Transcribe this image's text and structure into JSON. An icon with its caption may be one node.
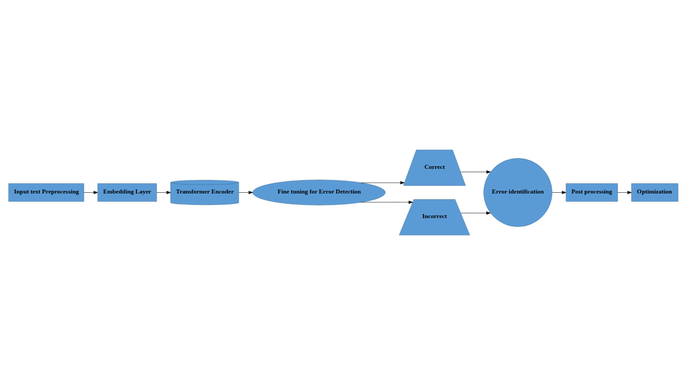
{
  "diagram": {
    "nodes": [
      {
        "text": [
          "Input text Preprocessing"
        ]
      },
      {
        "text": [
          "Embedding Layer"
        ]
      },
      {
        "text": [
          "Transformer Encoder"
        ]
      },
      {
        "text": [
          "Fine tuning for Error Detection"
        ]
      },
      {
        "text": [
          "Correct"
        ]
      },
      {
        "text": [
          "Incorrect"
        ]
      },
      {
        "text": [
          "Error identification"
        ]
      },
      {
        "text": [
          "Post processing"
        ]
      },
      {
        "text": [
          "Optimization"
        ]
      }
    ],
    "edges": [
      {
        "from": 0,
        "to": 1,
        "arrow": "to"
      },
      {
        "from": 1,
        "to": 2,
        "arrow": "to"
      },
      {
        "from": 2,
        "to": 3,
        "arrow": "to"
      },
      {
        "from": 3,
        "to": 4,
        "arrow": "to"
      },
      {
        "from": 3,
        "to": 5,
        "arrow": "to"
      },
      {
        "from": 4,
        "to": 6,
        "arrow": "to"
      },
      {
        "from": 5,
        "to": 6,
        "arrow": "to"
      },
      {
        "from": 6,
        "to": 7,
        "arrow": "to"
      },
      {
        "from": 7,
        "to": 8,
        "arrow": "to"
      }
    ]
  }
}
